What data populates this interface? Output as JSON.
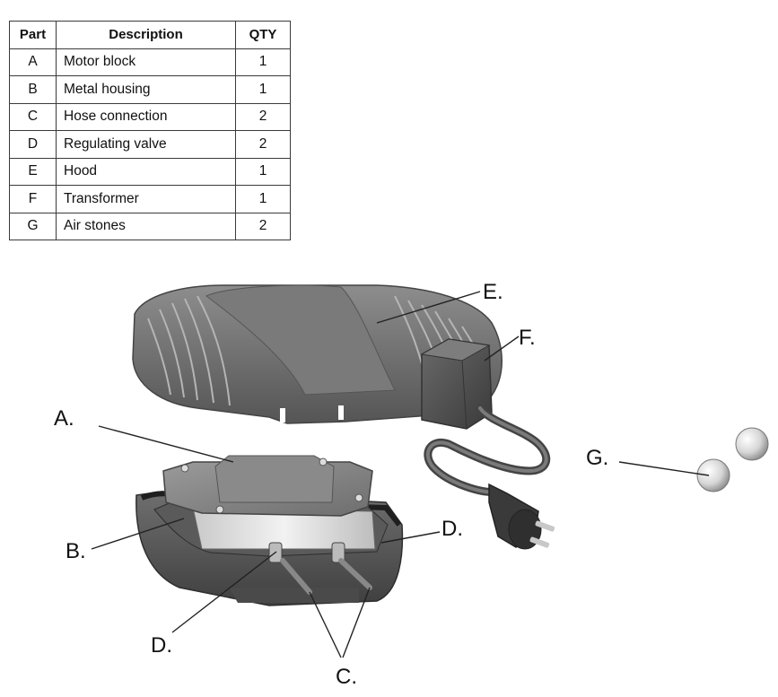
{
  "table": {
    "headers": [
      "Part",
      "Description",
      "QTY"
    ],
    "rows": [
      {
        "part": "A",
        "description": "Motor block",
        "qty": "1"
      },
      {
        "part": "B",
        "description": "Metal housing",
        "qty": "1"
      },
      {
        "part": "C",
        "description": "Hose connection",
        "qty": "2"
      },
      {
        "part": "D",
        "description": "Regulating valve",
        "qty": "2"
      },
      {
        "part": "E",
        "description": "Hood",
        "qty": "1"
      },
      {
        "part": "F",
        "description": "Transformer",
        "qty": "1"
      },
      {
        "part": "G",
        "description": "Air stones",
        "qty": "2"
      }
    ]
  },
  "diagram": {
    "labels": {
      "a": "A.",
      "b": "B.",
      "c": "C.",
      "d_left": "D.",
      "d_right": "D.",
      "e": "E.",
      "f": "F.",
      "g": "G."
    }
  }
}
